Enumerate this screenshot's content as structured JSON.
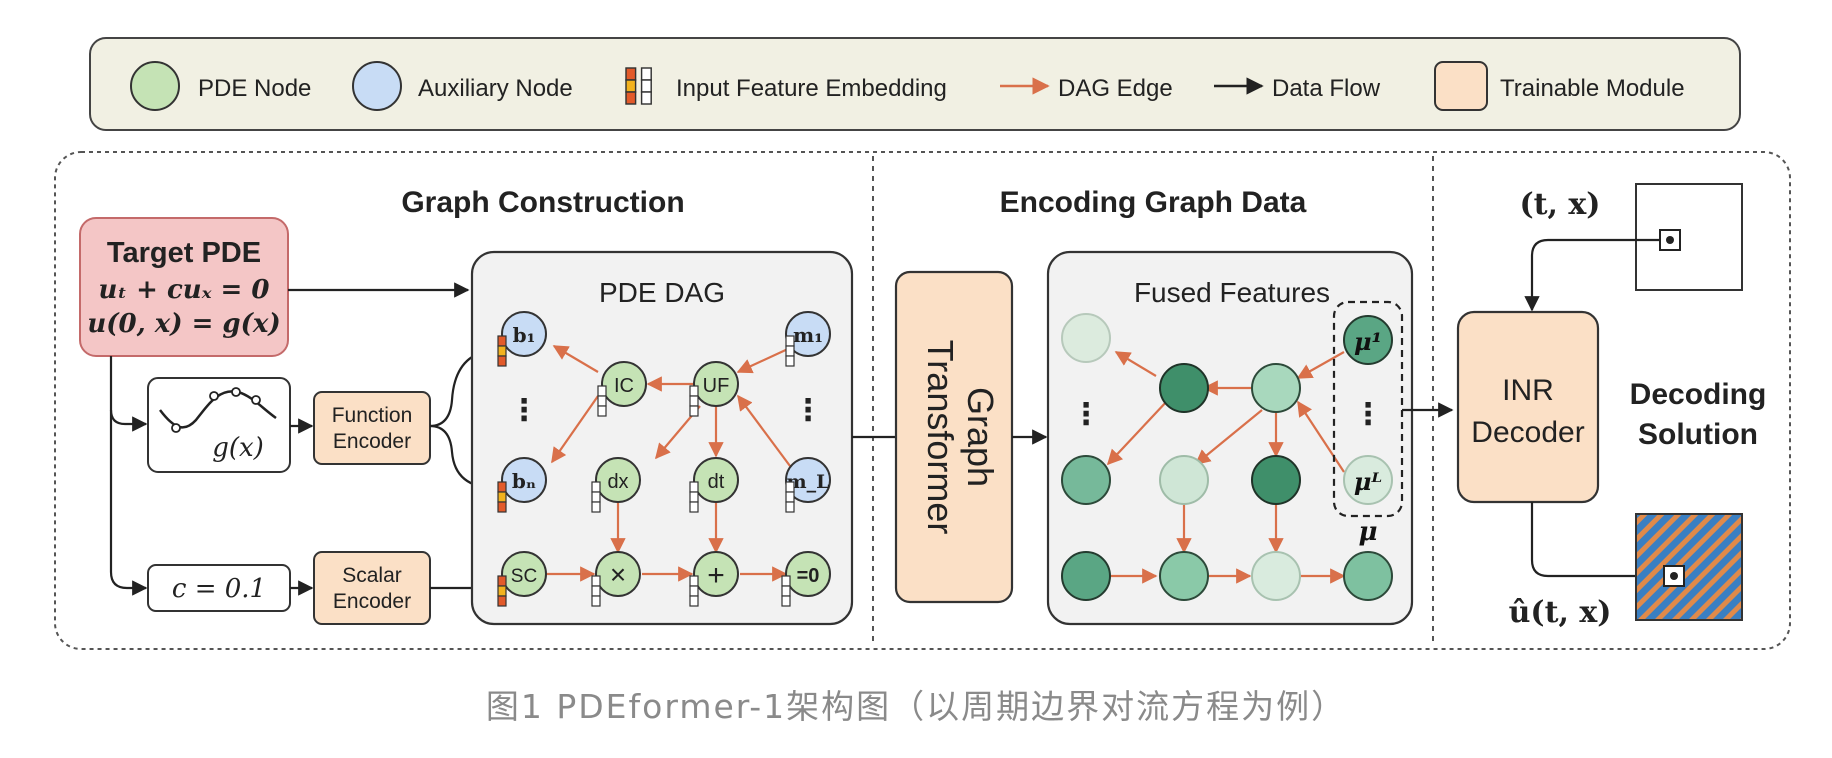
{
  "legend": {
    "pde_node": "PDE Node",
    "aux_node": "Auxiliary Node",
    "input_embedding": "Input Feature Embedding",
    "dag_edge": "DAG Edge",
    "data_flow": "Data Flow",
    "trainable": "Trainable Module"
  },
  "sections": {
    "graph_construction": "Graph Construction",
    "encoding": "Encoding Graph Data",
    "decoding_line1": "Decoding",
    "decoding_line2": "Solution"
  },
  "target_pde": {
    "title": "Target PDE",
    "eq1": "uₜ + cuₓ = 0",
    "eq2": "u(0, x) = g(x)"
  },
  "function_plot_label": "g(x)",
  "function_encoder": [
    "Function",
    "Encoder"
  ],
  "scalar_value": "c = 0.1",
  "scalar_encoder": [
    "Scalar",
    "Encoder"
  ],
  "dag": {
    "title": "PDE DAG",
    "nodes": {
      "b1": "b₁",
      "bN": "bₙ",
      "m1": "m₁",
      "mL": "m_L",
      "ic": "IC",
      "uf": "UF",
      "dx": "dx",
      "dt": "dt",
      "sc": "SC",
      "times": "×",
      "plus": "+",
      "eq0": "=0"
    },
    "dots": "⋮"
  },
  "graph_transformer": [
    "Graph",
    "Transformer"
  ],
  "fused_title": "Fused Features",
  "mu_labels": {
    "mu1": "μ¹",
    "muL": "μᴸ",
    "mu": "μ"
  },
  "coords_input": "(t, x)",
  "inr_decoder": [
    "INR",
    "Decoder"
  ],
  "output_label": "û(t, x)",
  "caption": "图1 PDEformer-1架构图（以周期边界对流方程为例）",
  "colors": {
    "pde_green": "#c5e3b5",
    "aux_blue": "#c8dcf5",
    "trainable": "#fbe0c6",
    "dag_edge": "#d9704a",
    "target_bg": "#f4c6c6",
    "legend_bg": "#f1f0e3"
  }
}
